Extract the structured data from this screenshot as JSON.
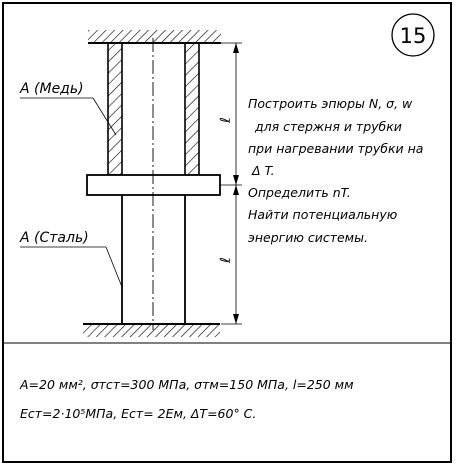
{
  "problem_number": "15",
  "labels": {
    "copper": "А (Медь)",
    "steel": "А (Сталь)",
    "length_symbol": "ℓ"
  },
  "task": {
    "line1": "Построить эпюры N, σ, w",
    "line2": "для стержня и трубки",
    "line3": "при нагревании трубки на",
    "line4": "Δ T.",
    "line5": "Определить nT.",
    "line6": "Найти потенциальную",
    "line7": "энергию системы."
  },
  "given": {
    "line1": "A=20 мм², σтст=300 МПа, σтм=150 МПа, l=250 мм",
    "line2": "Eст=2·10⁵МПа, Eст= 2Eм, ΔT=60° C."
  }
}
